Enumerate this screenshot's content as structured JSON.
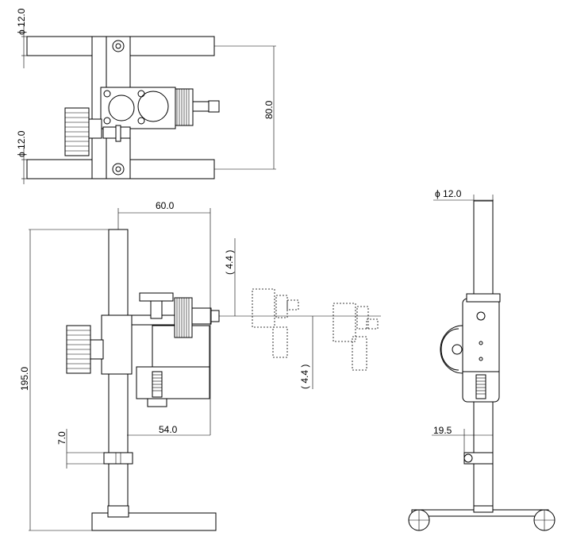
{
  "dimensions": {
    "rod_diameter_top": "ϕ 12.0",
    "rod_diameter_bottom": "ϕ 12.0",
    "span_top_view": "80.0",
    "width_front": "60.0",
    "reach_front": "54.0",
    "height_front": "195.0",
    "collar_height": "7.0",
    "offset_upper": "( 4.4 )",
    "offset_lower": "( 4.4 )",
    "rod_diameter_side": "ϕ 12.0",
    "collar_width_side": "19.5"
  }
}
